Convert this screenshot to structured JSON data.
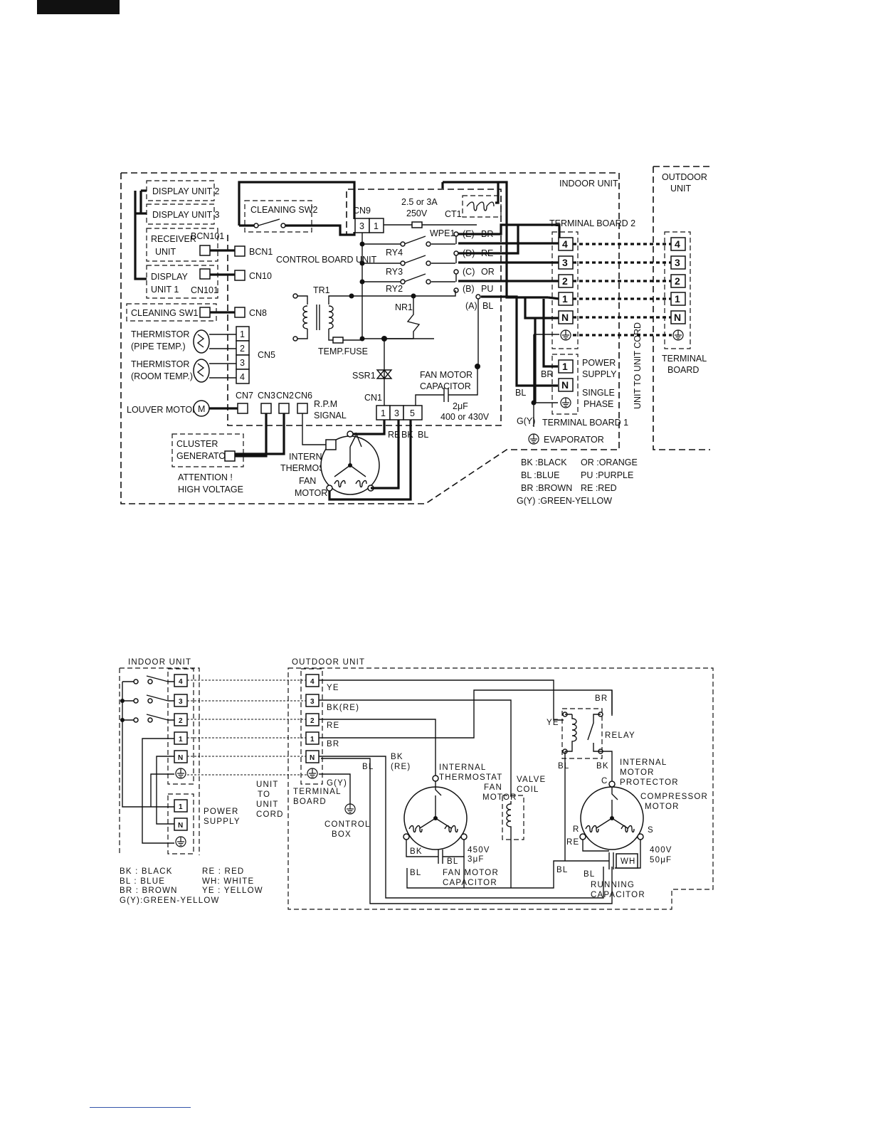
{
  "d1": {
    "indoor_unit": "INDOOR UNIT",
    "outdoor_unit_1": "OUTDOOR",
    "outdoor_unit_2": "UNIT",
    "display_unit_2": "DISPLAY UNIT 2",
    "display_unit_3": "DISPLAY UNIT 3",
    "receiver_unit_1": "RECEIVER",
    "receiver_unit_2": "UNIT",
    "bcn101": "BCN101",
    "bcn1": "BCN1",
    "display_unit_1a": "DISPLAY",
    "display_unit_1b": "UNIT 1",
    "cn101": "CN101",
    "cn10": "CN10",
    "cleaning_sw1": "CLEANING SW1",
    "cn8": "CN8",
    "cleaning_sw2": "CLEANING SW2",
    "control_board_unit": "CONTROL BOARD UNIT",
    "cn9": "CN9",
    "cn9_pins": [
      "3",
      "1"
    ],
    "fuse_1": "2.5 or 3A",
    "fuse_2": "250V",
    "ct1": "CT1",
    "wpe1": "WPE1",
    "ry4": "RY4",
    "ry3": "RY3",
    "ry2": "RY2",
    "tr1": "TR1",
    "nr1": "NR1",
    "temp_fuse": "TEMP.FUSE",
    "ssr1": "SSR1",
    "wire_points": [
      {
        "pt": "(E)",
        "color": "BR"
      },
      {
        "pt": "(D)",
        "color": "RE"
      },
      {
        "pt": "(C)",
        "color": "OR"
      },
      {
        "pt": "(B)",
        "color": "PU"
      },
      {
        "pt": "(A)",
        "color": "BL"
      }
    ],
    "thermistor_pipe_1": "THERMISTOR",
    "thermistor_pipe_2": "(PIPE TEMP.)",
    "thermistor_room_1": "THERMISTOR",
    "thermistor_room_2": "(ROOM TEMP.)",
    "cn5": "CN5",
    "cn5_pins": [
      "1",
      "2",
      "3",
      "4"
    ],
    "louver_motor": "LOUVER MOTOR",
    "motor_m": "M",
    "cn7": "CN7",
    "cn3": "CN3",
    "cn2": "CN2",
    "cn6": "CN6",
    "rpm_1": "R.P.M",
    "rpm_2": "SIGNAL",
    "fan_cap_1": "FAN MOTOR",
    "fan_cap_2": "CAPACITOR",
    "cap_value_1": "2μF",
    "cap_value_2": "400 or 430V",
    "cn1": "CN1",
    "cn1_pins": [
      "1",
      "3",
      "5"
    ],
    "cn1_colors": [
      "RE",
      "BK",
      "BL"
    ],
    "cluster_1": "CLUSTER",
    "cluster_2": "GENERATOR",
    "attention_1": "ATTENTION !",
    "attention_2": "HIGH VOLTAGE",
    "int_thermo_1": "INTERNAL",
    "int_thermo_2": "THERMOSTAT",
    "fan_motor_1": "FAN",
    "fan_motor_2": "MOTOR",
    "terminal_board_2": "TERMINAL  BOARD 2",
    "tb_pins": [
      "4",
      "3",
      "2",
      "1",
      "N"
    ],
    "power_supply_1": "POWER",
    "power_supply_2": "SUPPLY",
    "single_phase_1": "SINGLE",
    "single_phase_2": "PHASE",
    "tb1_pins": [
      "1",
      "N"
    ],
    "br": "BR",
    "bl": "BL",
    "gy": "G(Y)",
    "terminal_board_1": "TERMINAL  BOARD 1",
    "evaporator": "EVAPORATOR",
    "unit_cord": "UNIT TO UNIT CORD",
    "terminal_board_1a": "TERMINAL",
    "terminal_board_1b": "BOARD",
    "legend": [
      "BK  :BLACK",
      "OR :ORANGE",
      "BL  :BLUE",
      "PU :PURPLE",
      "BR  :BROWN",
      "RE :RED",
      "G(Y)  :GREEN-YELLOW"
    ]
  },
  "d2": {
    "indoor_unit": "INDOOR  UNIT",
    "outdoor_unit": "OUTDOOR  UNIT",
    "pins": [
      "4",
      "3",
      "2",
      "1",
      "N"
    ],
    "ps_pins": [
      "1",
      "N"
    ],
    "power_supply_1": "POWER",
    "power_supply_2": "SUPPLY",
    "unit_to_unit_cord": [
      "UNIT",
      "TO",
      "UNIT",
      "CORD"
    ],
    "terminal_1": "TERMINAL",
    "terminal_2": "BOARD",
    "gy": "G(Y)",
    "control_box_1": "CONTROL",
    "control_box_2": "BOX",
    "wire_ye": "YE",
    "wire_bkre": "BK(RE)",
    "wire_re": "RE",
    "wire_br": "BR",
    "wire_bl": "BL",
    "bk_1": "BK",
    "bk_2": "(RE)",
    "int_thermo_1": "INTERNAL",
    "int_thermo_2": "THERMOSTAT",
    "fan_motor_1": "FAN",
    "fan_motor_2": "MOTOR",
    "valve_1": "VALVE",
    "valve_2": "COIL",
    "relay": "RELAY",
    "relay_ye": "YE",
    "relay_br": "BR",
    "relay_bl": "BL",
    "relay_bk": "BK",
    "imp_1": "INTERNAL",
    "imp_2": "MOTOR",
    "imp_3": "PROTECTOR",
    "c": "C",
    "comp_1": "COMPRESSOR",
    "comp_2": "MOTOR",
    "r": "R",
    "s": "S",
    "re": "RE",
    "fan_bk": "BK",
    "fan_bl": "BL",
    "cap_bl": "BL",
    "cap_v1": "450V",
    "cap_v2": "3μF",
    "fan_cap_1": "FAN  MOTOR",
    "fan_cap_2": "CAPACITOR",
    "run_bl1": "BL",
    "run_bl2": "BL",
    "wh": "WH",
    "run_v1": "400V",
    "run_v2": "50μF",
    "run_cap_1": "RUNNING",
    "run_cap_2": "CAPACITOR",
    "legend": [
      "BK : BLACK",
      "RE : RED",
      "BL : BLUE",
      "WH: WHITE",
      "BR : BROWN",
      "YE : YELLOW",
      "G(Y):GREEN-YELLOW"
    ]
  }
}
